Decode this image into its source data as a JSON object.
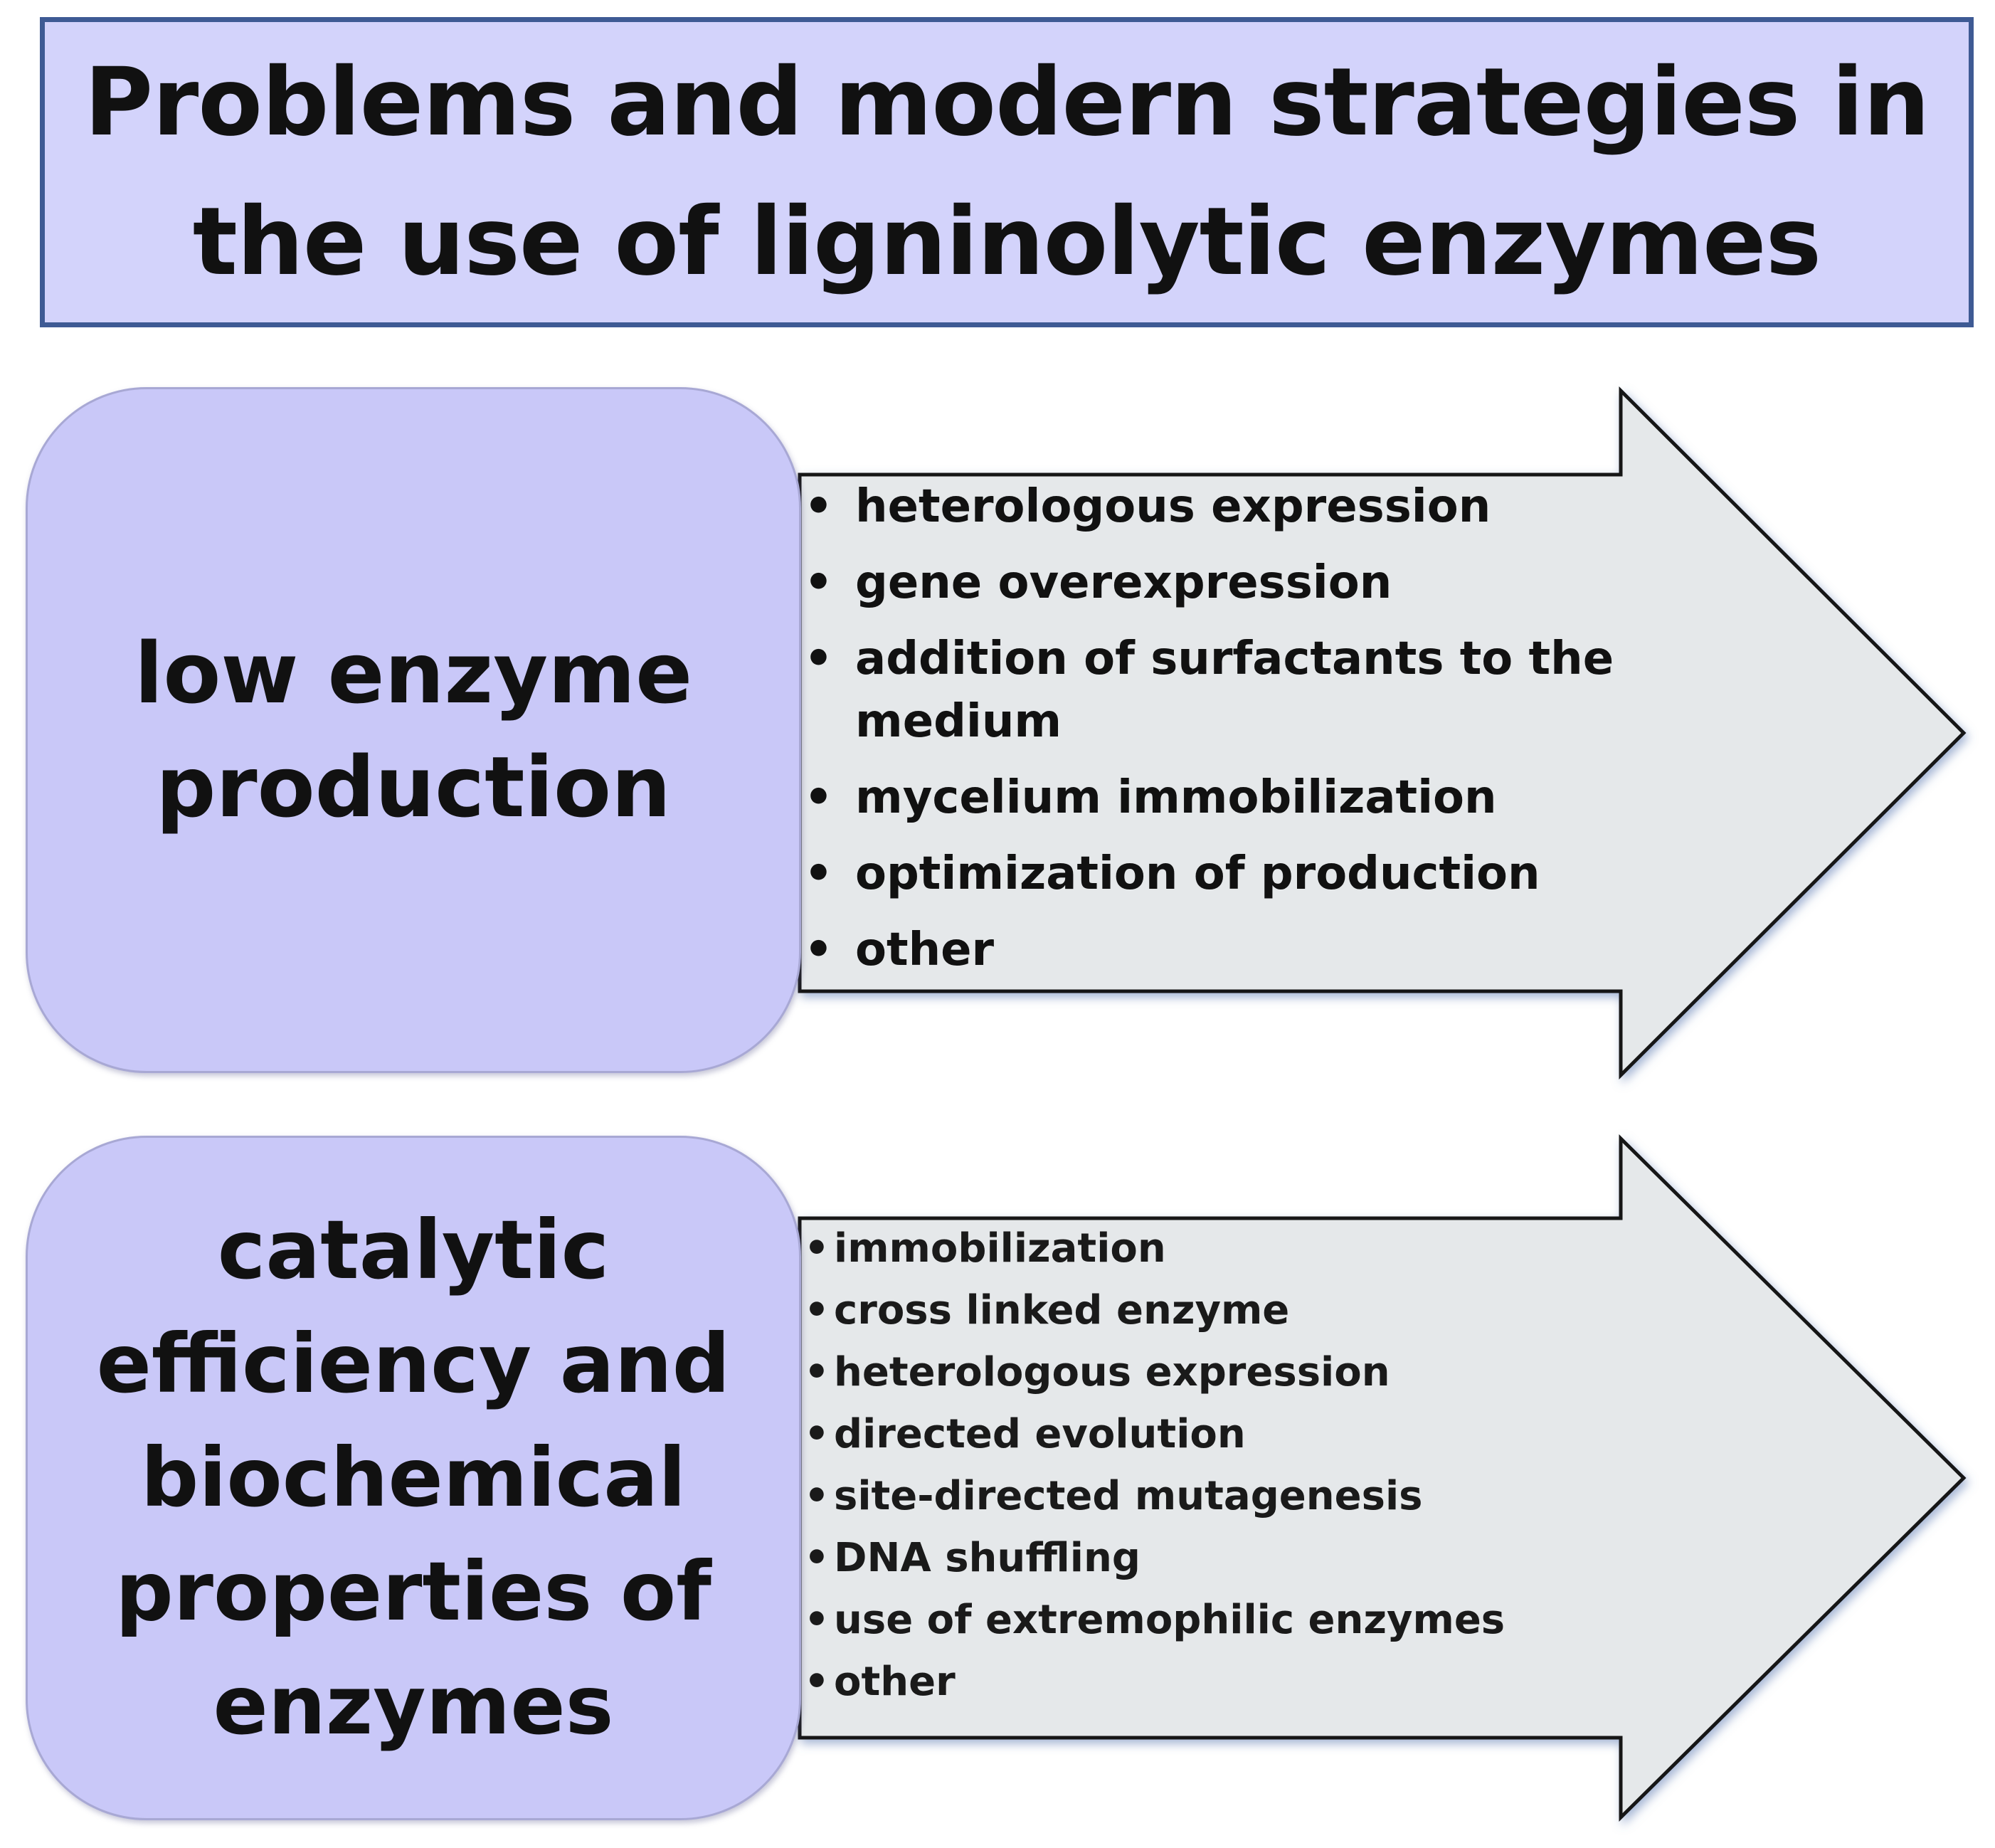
{
  "title": {
    "line1": "Problems and modern strategies in",
    "line2": "the use of ligninolytic enzymes"
  },
  "colors": {
    "title_fill": "#d3d3fb",
    "title_border": "#3e5a94",
    "problem_fill": "#c9c8f8",
    "arrow_fill": "#e5e8ea",
    "arrow_stroke": "#141414"
  },
  "problems": [
    {
      "lines": [
        "low enzyme",
        "production"
      ],
      "strategies": [
        "heterologous expression",
        "gene overexpression",
        "addition of surfactants to the medium",
        "mycelium immobilization",
        "optimization of production",
        "other"
      ]
    },
    {
      "lines": [
        "catalytic",
        "efficiency and",
        "biochemical",
        "properties of",
        "enzymes"
      ],
      "strategies": [
        "immobilization",
        "cross linked enzyme",
        "heterologous expression",
        "directed evolution",
        "site-directed mutagenesis",
        "DNA shuffling",
        "use of extremophilic enzymes",
        "other"
      ]
    }
  ],
  "bullet": "•"
}
